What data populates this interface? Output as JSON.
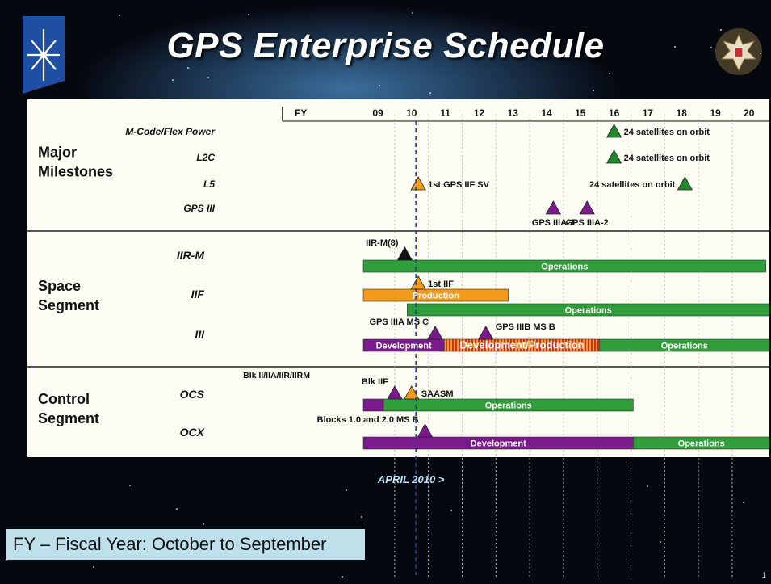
{
  "title": "GPS Enterprise Schedule",
  "chart_data": {
    "type": "gantt",
    "axis_label": "FY",
    "years": [
      "09",
      "10",
      "11",
      "12",
      "13",
      "14",
      "15",
      "16",
      "17",
      "18",
      "19",
      "20"
    ],
    "current_date_marker": {
      "label": "APRIL 2010 >",
      "value": 10.2
    },
    "sections": [
      {
        "label": "Major\nMilestones",
        "rows": [
          {
            "label": "M-Code/Flex Power",
            "milestones": [
              {
                "year": 16,
                "color": "#1f8a2a",
                "label": "24 satellites on orbit",
                "label_side": "right"
              }
            ]
          },
          {
            "label": "L2C",
            "milestones": [
              {
                "year": 16,
                "color": "#1f8a2a",
                "label": "24 satellites on orbit",
                "label_side": "right"
              }
            ]
          },
          {
            "label": "L5",
            "milestones": [
              {
                "year": 10.2,
                "color": "#f39a1c",
                "label": "1st GPS IIF SV",
                "label_side": "right"
              },
              {
                "year": 18.1,
                "color": "#1f8a2a",
                "label": "24 satellites on orbit",
                "label_side": "left"
              }
            ]
          },
          {
            "label": "GPS III",
            "milestones": [
              {
                "year": 14.2,
                "color": "#7b1a8c",
                "label": "GPS IIIA-1",
                "label_side": "below"
              },
              {
                "year": 15.2,
                "color": "#7b1a8c",
                "label": "GPS IIIA-2",
                "label_side": "below"
              }
            ]
          }
        ]
      },
      {
        "label": "Space\nSegment",
        "rows": [
          {
            "label": "IIR-M",
            "milestones": [
              {
                "year": 9.8,
                "color": "#111111",
                "label": "IIR-M(8)",
                "label_side": "above-left"
              }
            ],
            "bars": [
              {
                "start": 9,
                "end": 20.5,
                "color": "#2f9e3a",
                "label": "Operations"
              }
            ]
          },
          {
            "label": "IIF",
            "milestones": [
              {
                "year": 10.2,
                "color": "#f39a1c",
                "label": "1st IIF",
                "label_side": "right"
              }
            ],
            "bars": [
              {
                "start": 9,
                "end": 13.3,
                "color": "#f39a1c",
                "label": "Production"
              },
              {
                "start": 10.3,
                "end": 21,
                "color": "#2f9e3a",
                "label": "Operations"
              }
            ]
          },
          {
            "label": "III",
            "milestones": [
              {
                "year": 10.7,
                "color": "#7b1a8c",
                "label": "GPS IIIA MS C",
                "label_side": "above-left"
              },
              {
                "year": 12.2,
                "color": "#7b1a8c",
                "label": "GPS IIIB MS B",
                "label_side": "above-right"
              }
            ],
            "bars": [
              {
                "start": 9,
                "end": 11.4,
                "color": "#7b1a8c",
                "label": "Development"
              },
              {
                "start": 11.4,
                "end": 16.0,
                "color": "#c9302c",
                "label": "Development/Production",
                "striped": true
              },
              {
                "start": 16.0,
                "end": 21,
                "color": "#2f9e3a",
                "label": "Operations"
              }
            ]
          }
        ]
      },
      {
        "label": "Control\nSegment",
        "rows": [
          {
            "label": "OCS",
            "sublabel": "Blk II/IIA/IIR/IIRM",
            "milestones": [
              {
                "year": 9.5,
                "color": "#7b1a8c",
                "label": "Blk IIF",
                "label_side": "above-left"
              },
              {
                "year": 10.0,
                "color": "#f39a1c",
                "label": "SAASM",
                "label_side": "right"
              }
            ],
            "bars": [
              {
                "start": 9,
                "end": 9.6,
                "color": "#7b1a8c",
                "label": ""
              },
              {
                "start": 9.6,
                "end": 17.0,
                "color": "#2f9e3a",
                "label": "Operations"
              }
            ]
          },
          {
            "label": "OCX",
            "milestones": [
              {
                "year": 10.4,
                "color": "#7b1a8c",
                "label": "Blocks 1.0 and 2.0 MS B",
                "label_side": "above-left"
              }
            ],
            "bars": [
              {
                "start": 9,
                "end": 17.0,
                "color": "#7b1a8c",
                "label": "Development"
              },
              {
                "start": 17.0,
                "end": 21,
                "color": "#2f9e3a",
                "label": "Operations"
              }
            ]
          }
        ]
      }
    ]
  },
  "footnote": "FY – Fiscal Year: October to September",
  "page_number": "1"
}
